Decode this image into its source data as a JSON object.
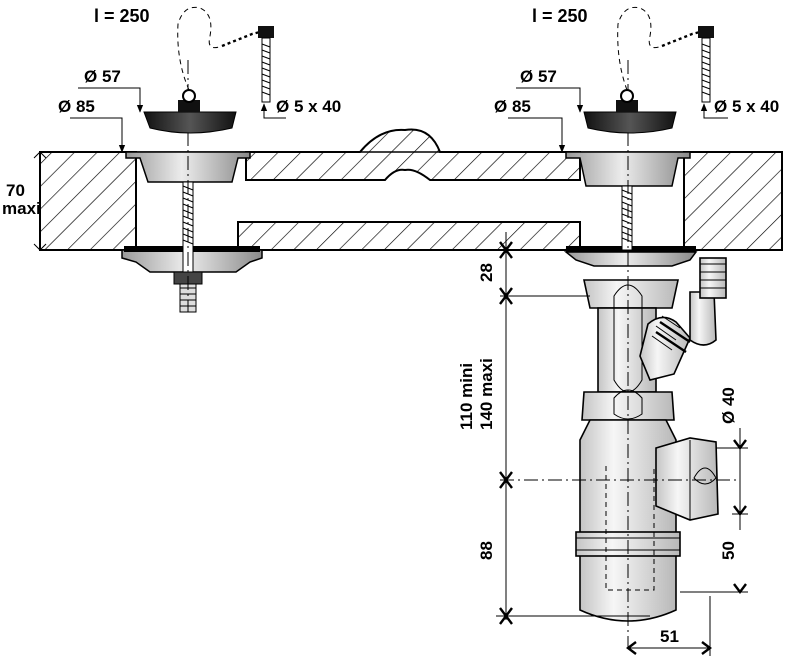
{
  "labels": {
    "chain_length_left": "l = 250",
    "chain_length_right": "l = 250",
    "plug_diameter_left": "Ø 57",
    "plug_diameter_right": "Ø 57",
    "outlet_diameter_left": "Ø 85",
    "outlet_diameter_right": "Ø 85",
    "screw_size_left": "Ø 5 x 40",
    "screw_size_right": "Ø 5 x 40",
    "thickness_value": "70",
    "thickness_note": "maxi",
    "height_28": "28",
    "height_min": "110 mini",
    "height_max": "140 maxi",
    "height_88": "88",
    "outlet_pipe_diameter": "Ø 40",
    "outlet_height_50": "50",
    "offset_51": "51"
  }
}
